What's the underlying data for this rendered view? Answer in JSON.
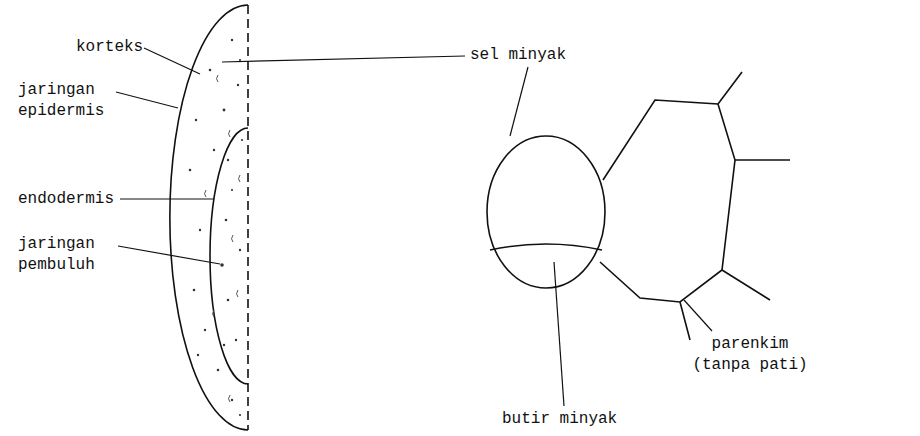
{
  "diagram": {
    "labels": [
      "korteks",
      "jaringan epidermis",
      "endodermis",
      "jaringan pembuluh",
      "sel minyak",
      "parenkim (tanpa pati)",
      "butir minyak"
    ]
  }
}
